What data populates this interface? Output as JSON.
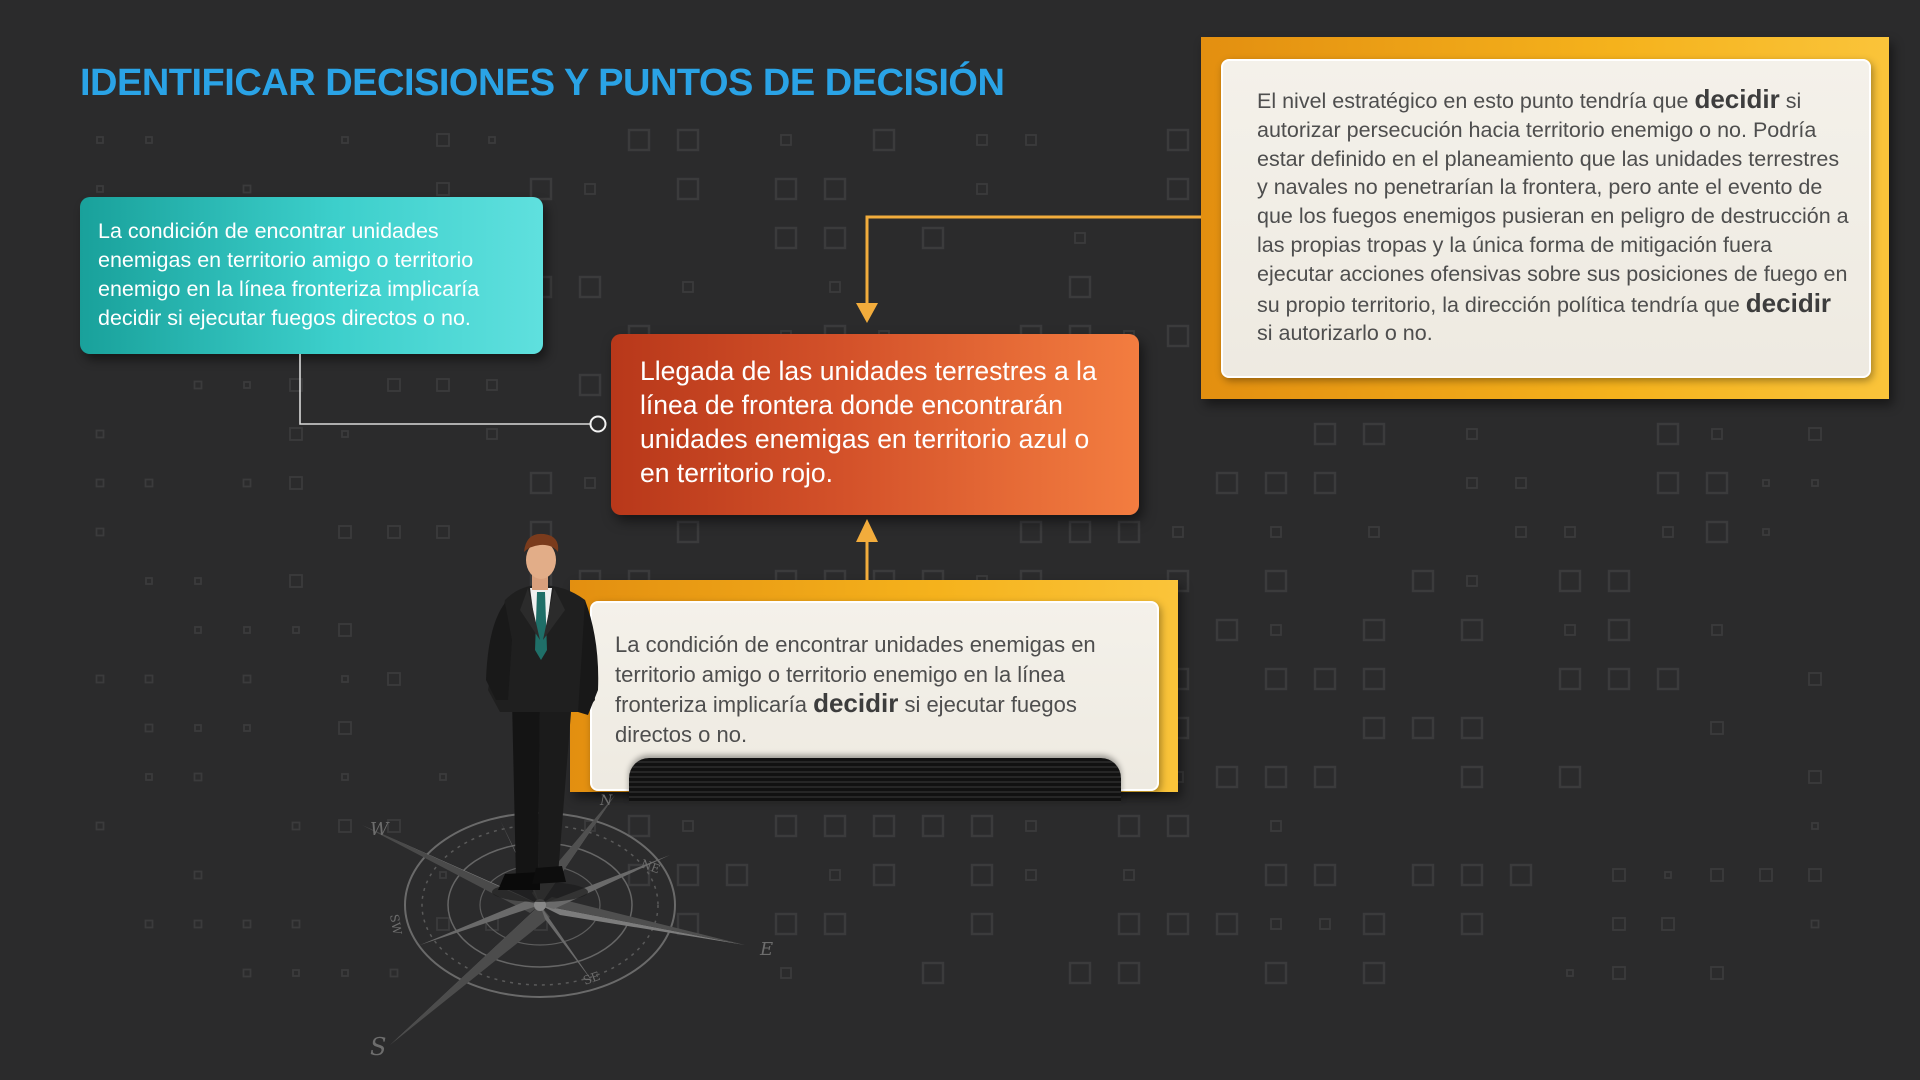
{
  "title": "IDENTIFICAR DECISIONES Y PUNTOS DE DECISIÓN",
  "teal_box": {
    "text": "La condición de encontrar unidades enemigas en territorio amigo o territorio enemigo en la línea fronteriza implicaría decidir si ejecutar fuegos directos o no."
  },
  "center_box": {
    "text": "Llegada de las unidades terrestres a la línea de frontera donde encontrarán unidades enemigas en territorio azul o en territorio rojo."
  },
  "strategic_box": {
    "part1": "El nivel estratégico en esto punto tendría que ",
    "emphasis1": "decidir",
    "part2": " si autorizar persecución hacia territorio enemigo o no. Podría estar definido en el planeamiento que las unidades terrestres y navales no penetrarían la frontera, pero ante el evento de que los fuegos enemigos pusieran en peligro de destrucción a las propias tropas y la única forma de mitigación fuera ejecutar acciones ofensivas sobre sus posiciones de fuego en su propio territorio, la dirección política tendría que ",
    "emphasis2": "decidir",
    "part3": " si autorizarlo o no."
  },
  "lower_box": {
    "part1": "La condición de encontrar unidades enemigas en territorio amigo o territorio enemigo en la línea fronteriza implicaría ",
    "emphasis": "decidir",
    "part2": " si ejecutar fuegos directos o no."
  },
  "compass_labels": {
    "north": "N",
    "south": "S",
    "east": "E",
    "west": "W",
    "ne": "NE",
    "se": "SE",
    "sw": "SW"
  },
  "colors": {
    "background": "#2b2b2c",
    "title": "#2aa3e6",
    "teal": "#3ccfcb",
    "orange": "#d4522a",
    "gold": "#f5b21c",
    "connector_gold": "#f2ac3c",
    "connector_gray": "#d9d9d9"
  }
}
